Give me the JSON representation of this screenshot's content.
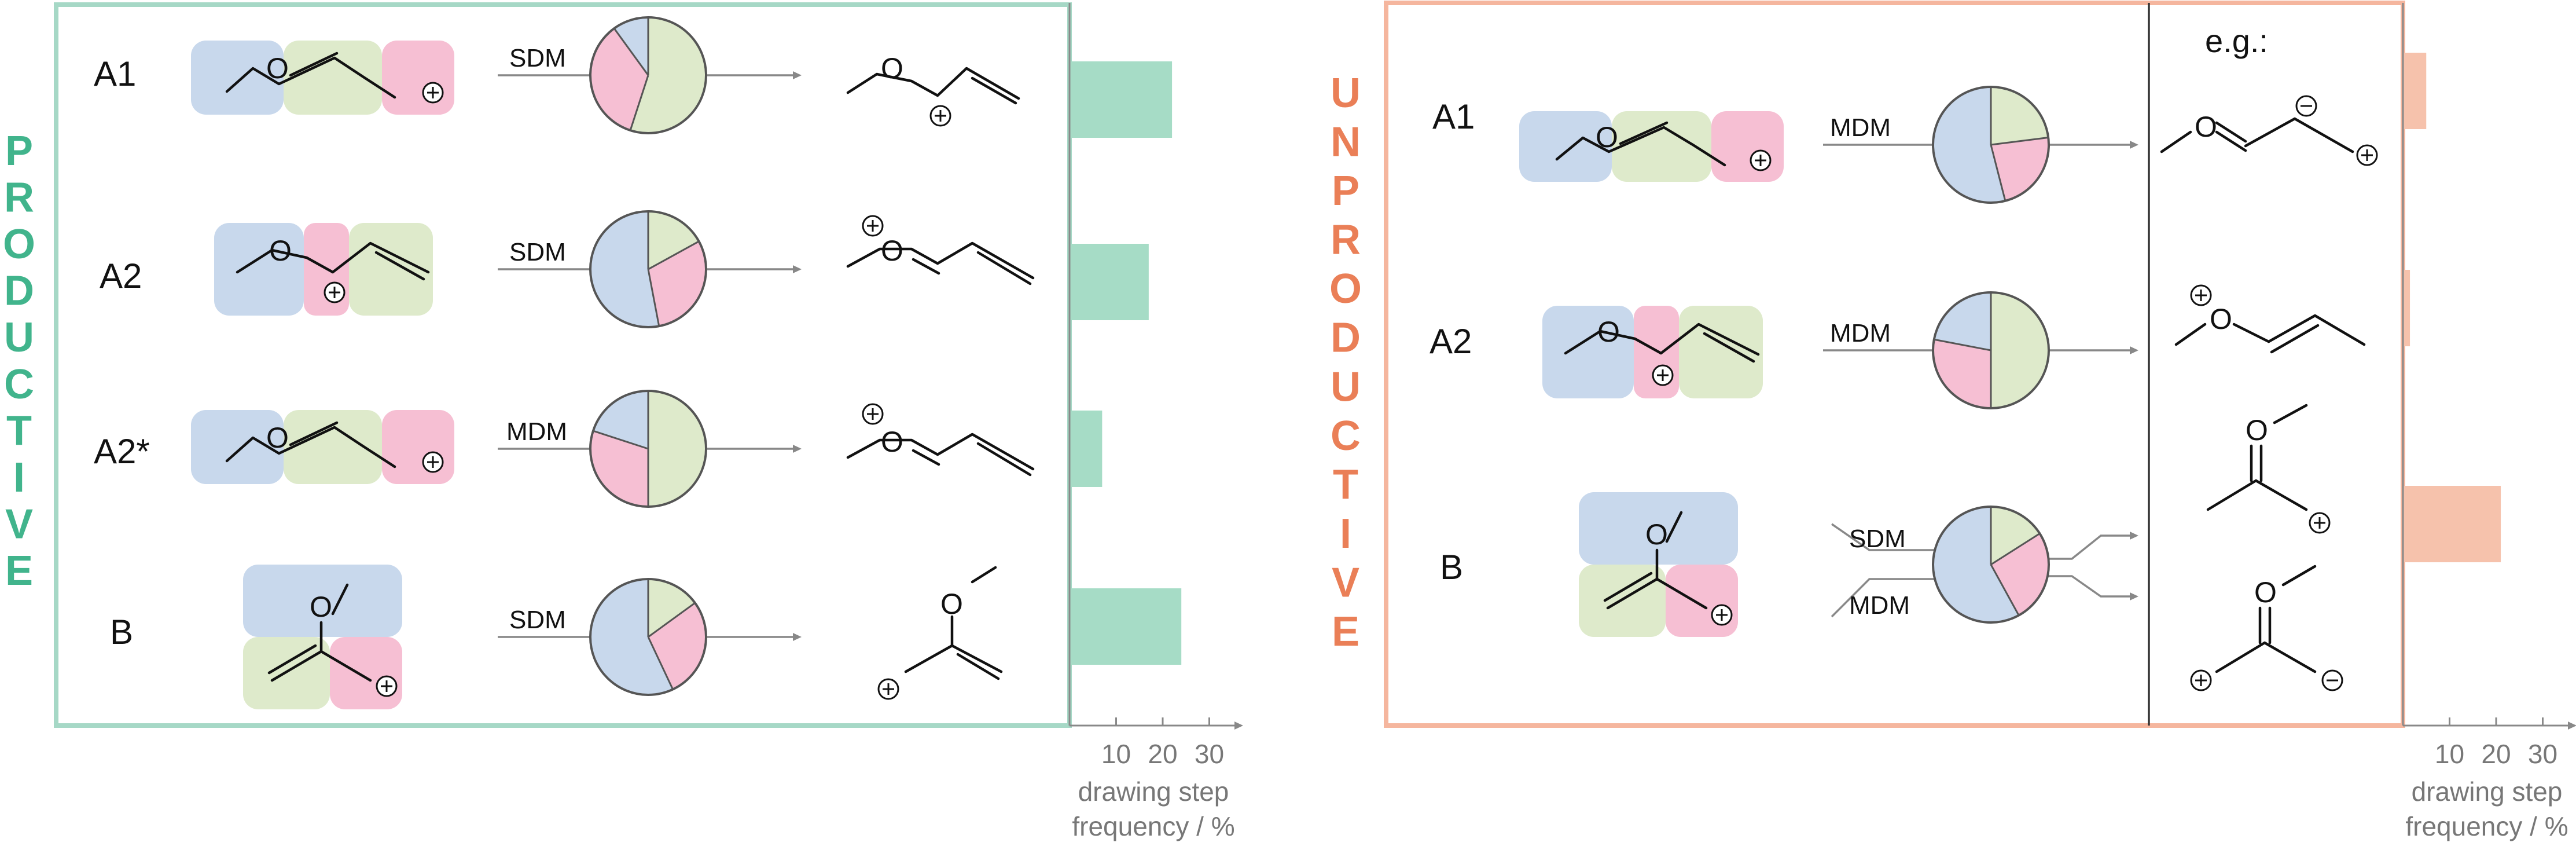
{
  "colors": {
    "productive": "#41b48c",
    "productive_frame": "#a6d8c6",
    "productive_bar": "#a6dcc6",
    "unproductive": "#ea7f57",
    "unproductive_frame": "#f5b69e",
    "unproductive_bar": "#f6c2ac",
    "blue": "#c8d8ec",
    "green": "#deeacb",
    "pink": "#f6bfd3",
    "axis": "#888888"
  },
  "productive": {
    "word": "PRODUCTIVE",
    "rows": [
      {
        "label": "A1",
        "method": "SDM",
        "pie": {
          "blue": 0.1,
          "pink": 0.35,
          "green": 0.55
        }
      },
      {
        "label": "A2",
        "method": "SDM",
        "pie": {
          "blue": 0.53,
          "pink": 0.3,
          "green": 0.17
        }
      },
      {
        "label": "A2*",
        "method": "MDM",
        "pie": {
          "blue": 0.2,
          "pink": 0.3,
          "green": 0.5
        }
      },
      {
        "label": "B",
        "method": "SDM",
        "pie": {
          "blue": 0.57,
          "pink": 0.28,
          "green": 0.15
        }
      }
    ],
    "bars_percent": [
      22,
      17,
      7,
      24
    ]
  },
  "unproductive": {
    "word": "UNPRODUCTIVE",
    "example_label": "e.g.:",
    "rows": [
      {
        "label": "A1",
        "methods": [
          "MDM"
        ],
        "pie": {
          "blue": 0.54,
          "pink": 0.23,
          "green": 0.23
        }
      },
      {
        "label": "A2",
        "methods": [
          "MDM"
        ],
        "pie": {
          "blue": 0.22,
          "pink": 0.28,
          "green": 0.5
        }
      },
      {
        "label": "B",
        "methods": [
          "SDM",
          "MDM"
        ],
        "pie": {
          "blue": 0.58,
          "pink": 0.26,
          "green": 0.16
        }
      }
    ],
    "bars_percent": [
      5,
      1.5,
      21
    ]
  },
  "axis": {
    "ticks": [
      "10",
      "20",
      "30"
    ],
    "label_line1": "drawing step",
    "label_line2": "frequency / %"
  }
}
